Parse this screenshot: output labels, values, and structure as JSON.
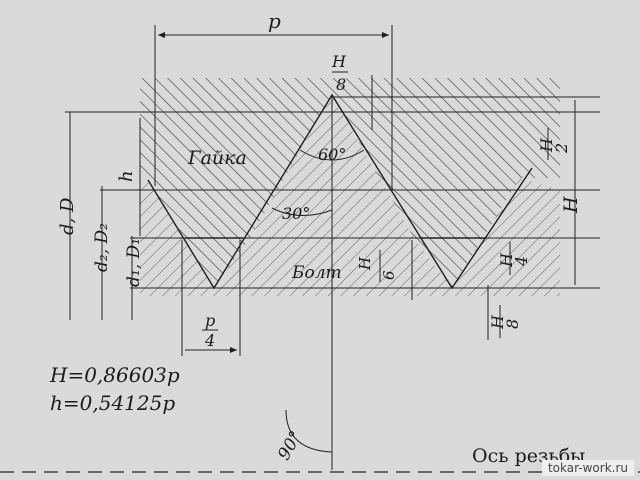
{
  "labels": {
    "pitch": "p",
    "nut": "Гайка",
    "bolt": "Болт",
    "h": "h",
    "angle_60": "60°",
    "angle_30": "30°",
    "angle_90": "90°",
    "H_big": "H",
    "d_D": "d, D",
    "d2_D2": "d₂, D₂",
    "d1_D1": "d₁, D₁",
    "axis": "Ось резьбы",
    "p_over_4_num": "p",
    "p_over_4_den": "4",
    "H8_top_num": "H",
    "H8_top_den": "8",
    "H2_num": "H",
    "H2_den": "2",
    "H4_num": "H",
    "H4_den": "4",
    "H6_num": "H",
    "H6_den": "6",
    "H8_bottom_num": "H",
    "H8_bottom_den": "8"
  },
  "formulas": {
    "H": "H=0,86603p",
    "h": "h=0,54125p"
  },
  "watermark": "tokar-work.ru",
  "colors": {
    "ink": "#1e1e1e",
    "paper": "#dcdad9"
  }
}
